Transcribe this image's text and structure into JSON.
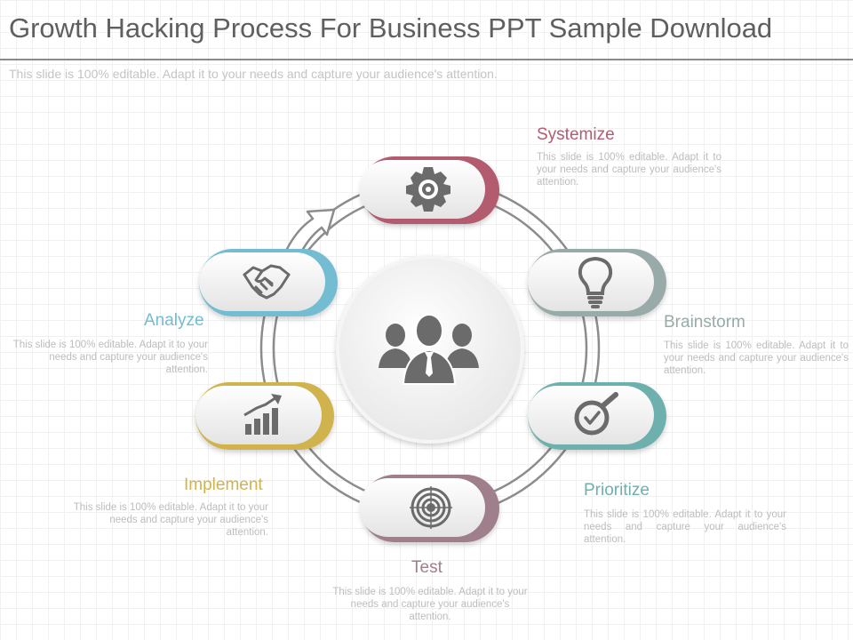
{
  "title": "Growth Hacking Process For Business PPT Sample Download",
  "subtitle": "This slide is 100% editable. Adapt it to your needs and capture your audience's attention.",
  "colors": {
    "systemize": "#b35c70",
    "brainstorm": "#98aba8",
    "prioritize": "#6eb0ad",
    "test": "#9e7f8b",
    "implement": "#d1b34d",
    "analyze": "#73bcd1",
    "icon": "#6b6b6b",
    "ring": "#8c8c8c"
  },
  "center": {
    "icon": "business-team-icon"
  },
  "steps": {
    "systemize": {
      "label": "Systemize",
      "icon": "gear-icon",
      "desc": "This slide is 100% editable. Adapt it to your needs and capture your audience's attention."
    },
    "brainstorm": {
      "label": "Brainstorm",
      "icon": "lightbulb-icon",
      "desc": "This slide is 100% editable. Adapt it to your needs and capture your audience's attention."
    },
    "prioritize": {
      "label": "Prioritize",
      "icon": "magnifier-check-icon",
      "desc": "This slide is 100% editable. Adapt it to your needs and capture your audience's attention."
    },
    "test": {
      "label": "Test",
      "icon": "target-icon",
      "desc": "This slide is 100% editable. Adapt it to your needs and capture your audience's attention."
    },
    "implement": {
      "label": "Implement",
      "icon": "growth-chart-icon",
      "desc": "This slide is 100% editable. Adapt it to your needs and capture your audience's attention."
    },
    "analyze": {
      "label": "Analyze",
      "icon": "handshake-icon",
      "desc": "This slide is 100% editable. Adapt it to your needs and capture your audience's attention."
    }
  }
}
